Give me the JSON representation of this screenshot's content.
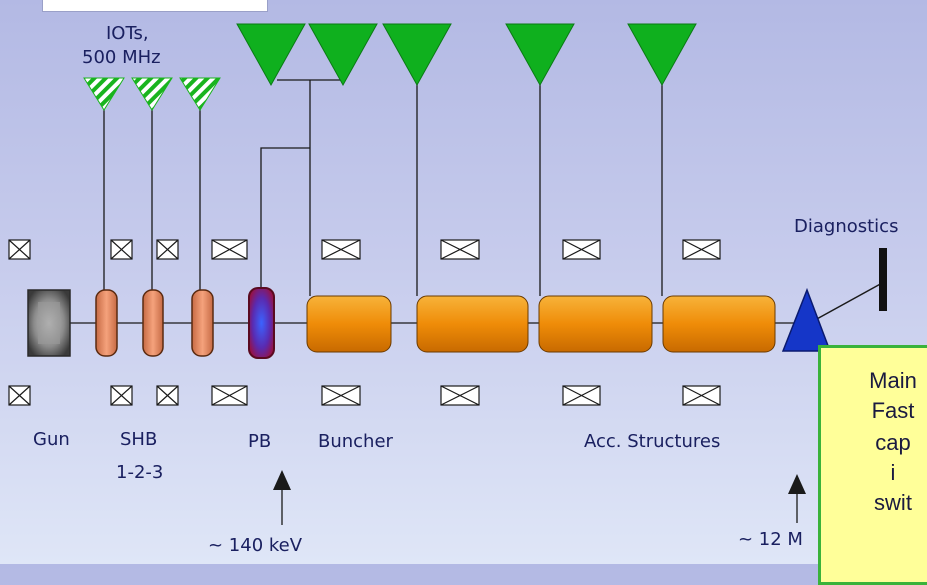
{
  "labels": {
    "iots_line1": "IOTs,",
    "iots_line2": "500 MHz",
    "diagnostics": "Diagnostics",
    "gun": "Gun",
    "shb_line1": "SHB",
    "shb_line2": "1-2-3",
    "pb": "PB",
    "buncher": "Buncher",
    "acc_structures": "Acc. Structures",
    "energy_140": "~ 140 keV",
    "energy_12": "~ 12 M"
  },
  "callout": {
    "line1": "Main",
    "line2": "Fast",
    "line3": "cap",
    "line4": "i",
    "line5": "swit"
  },
  "colors": {
    "klystron_green": "#0fb01e",
    "cavity_orange": "#f19a12",
    "shb_copper": "#e88d62",
    "diagnostic_blue": "#1536c8",
    "callout_border": "#3ab23a"
  }
}
